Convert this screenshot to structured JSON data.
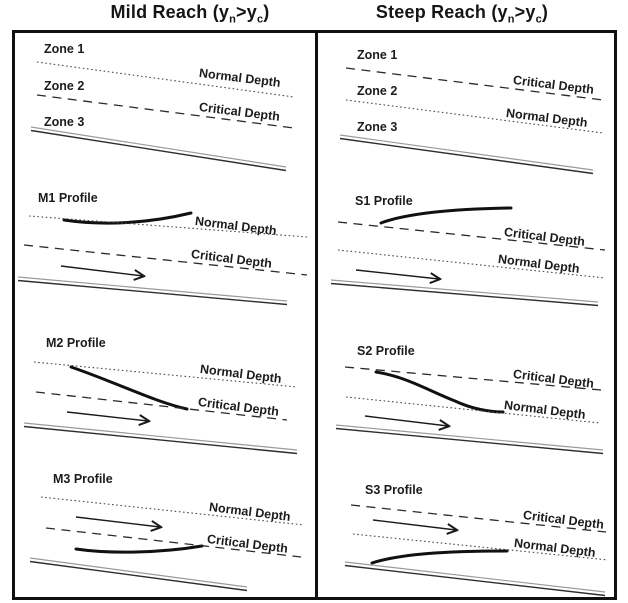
{
  "titles": {
    "mild": {
      "prefix": "Mild Reach (y",
      "sub_n": "n",
      "operator": ">y",
      "sub_c": "c",
      "suffix": ")"
    },
    "steep": {
      "prefix": "Steep Reach (y",
      "sub_n": "n",
      "operator": ">y",
      "sub_c": "c",
      "suffix": ")"
    }
  },
  "labels": {
    "zone1": "Zone 1",
    "zone2": "Zone 2",
    "zone3": "Zone 3",
    "normal_depth": "Normal Depth",
    "critical_depth": "Critical Depth",
    "m1_profile": "M1 Profile",
    "m2_profile": "M2 Profile",
    "m3_profile": "M3 Profile",
    "s1_profile": "S1 Profile",
    "s2_profile": "S2 Profile",
    "s3_profile": "S3 Profile"
  },
  "colors": {
    "frame": "#101010",
    "profile_curve": "#111111",
    "dashed_line": "#2a2a2a",
    "dotted_line": "#4a4a4a",
    "bed_upper": "#9a9a9a",
    "bed_lower": "#2e2e2e"
  }
}
